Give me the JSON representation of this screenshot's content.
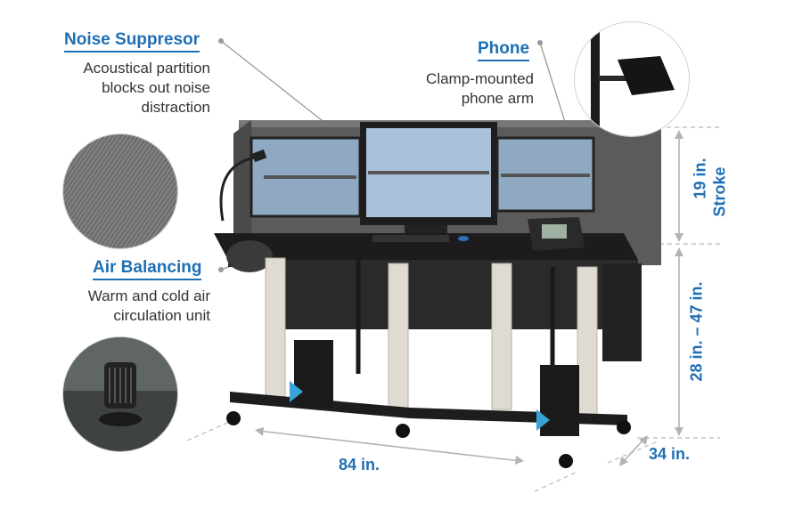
{
  "features": {
    "noise": {
      "title": "Noise Suppresor",
      "desc_lines": [
        "Acoustical partition",
        "blocks out noise",
        "distraction"
      ]
    },
    "air": {
      "title": "Air Balancing",
      "desc_lines": [
        "Warm and cold air",
        "circulation unit"
      ]
    },
    "phone": {
      "title": "Phone",
      "desc_lines": [
        "Clamp-mounted",
        "phone arm"
      ]
    }
  },
  "dimensions": {
    "width": "84 in.",
    "depth": "34 in.",
    "height": "28 in. – 47 in.",
    "stroke_top": "19 in.",
    "stroke_label": "Stroke"
  },
  "colors": {
    "accent": "#1f6fb5",
    "desk_black": "#1c1c1c",
    "partition_gray": "#5a5a5a",
    "leg_silver": "#e0dbd2",
    "screen_blue": "#9fb9d4"
  },
  "icons": [
    "noise-fabric-swatch",
    "air-circulation-unit-closeup",
    "phone-arm-closeup"
  ]
}
